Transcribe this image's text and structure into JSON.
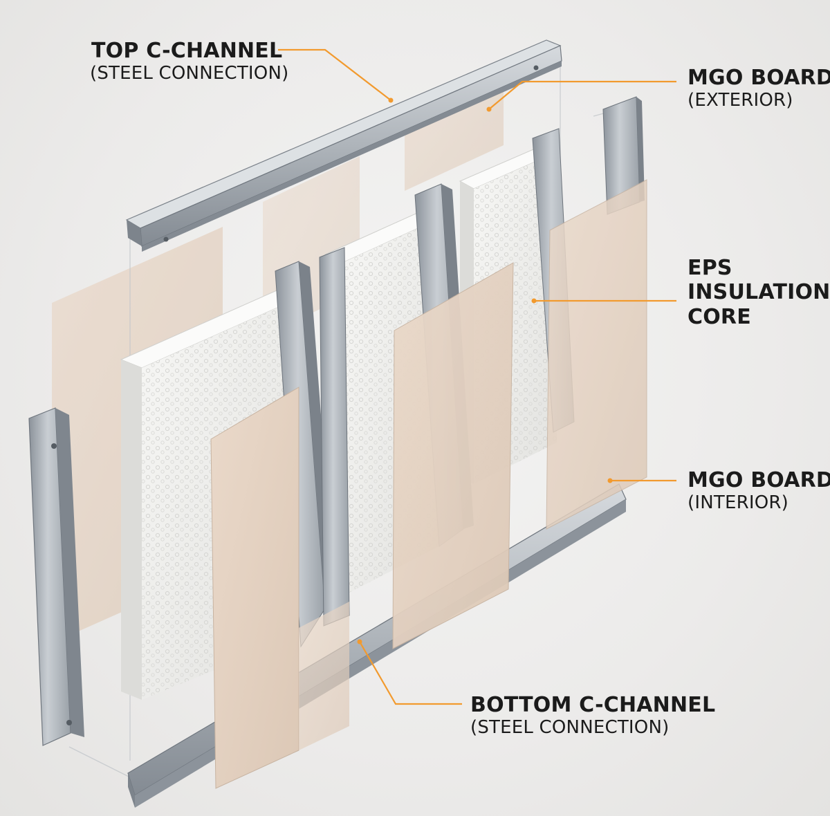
{
  "labels": {
    "top_channel": {
      "title": "TOP C-CHANNEL",
      "subtitle": "(STEEL CONNECTION)"
    },
    "mgo_exterior": {
      "title": "MGO BOARD",
      "subtitle": "(EXTERIOR)"
    },
    "eps_core": {
      "line1": "EPS",
      "line2": "INSULATION",
      "line3": "CORE"
    },
    "mgo_interior": {
      "title": "MGO BOARD",
      "subtitle": "(INTERIOR)"
    },
    "bottom_channel": {
      "title": "BOTTOM C-CHANNEL",
      "subtitle": "(STEEL CONNECTION)"
    }
  },
  "colors": {
    "leader": "#f29a2e",
    "steel": "#a9afb6",
    "steel_dark": "#7d848c",
    "mgo": "#e3d1c1",
    "eps": "#f1f1ef",
    "background": "#ededec"
  }
}
